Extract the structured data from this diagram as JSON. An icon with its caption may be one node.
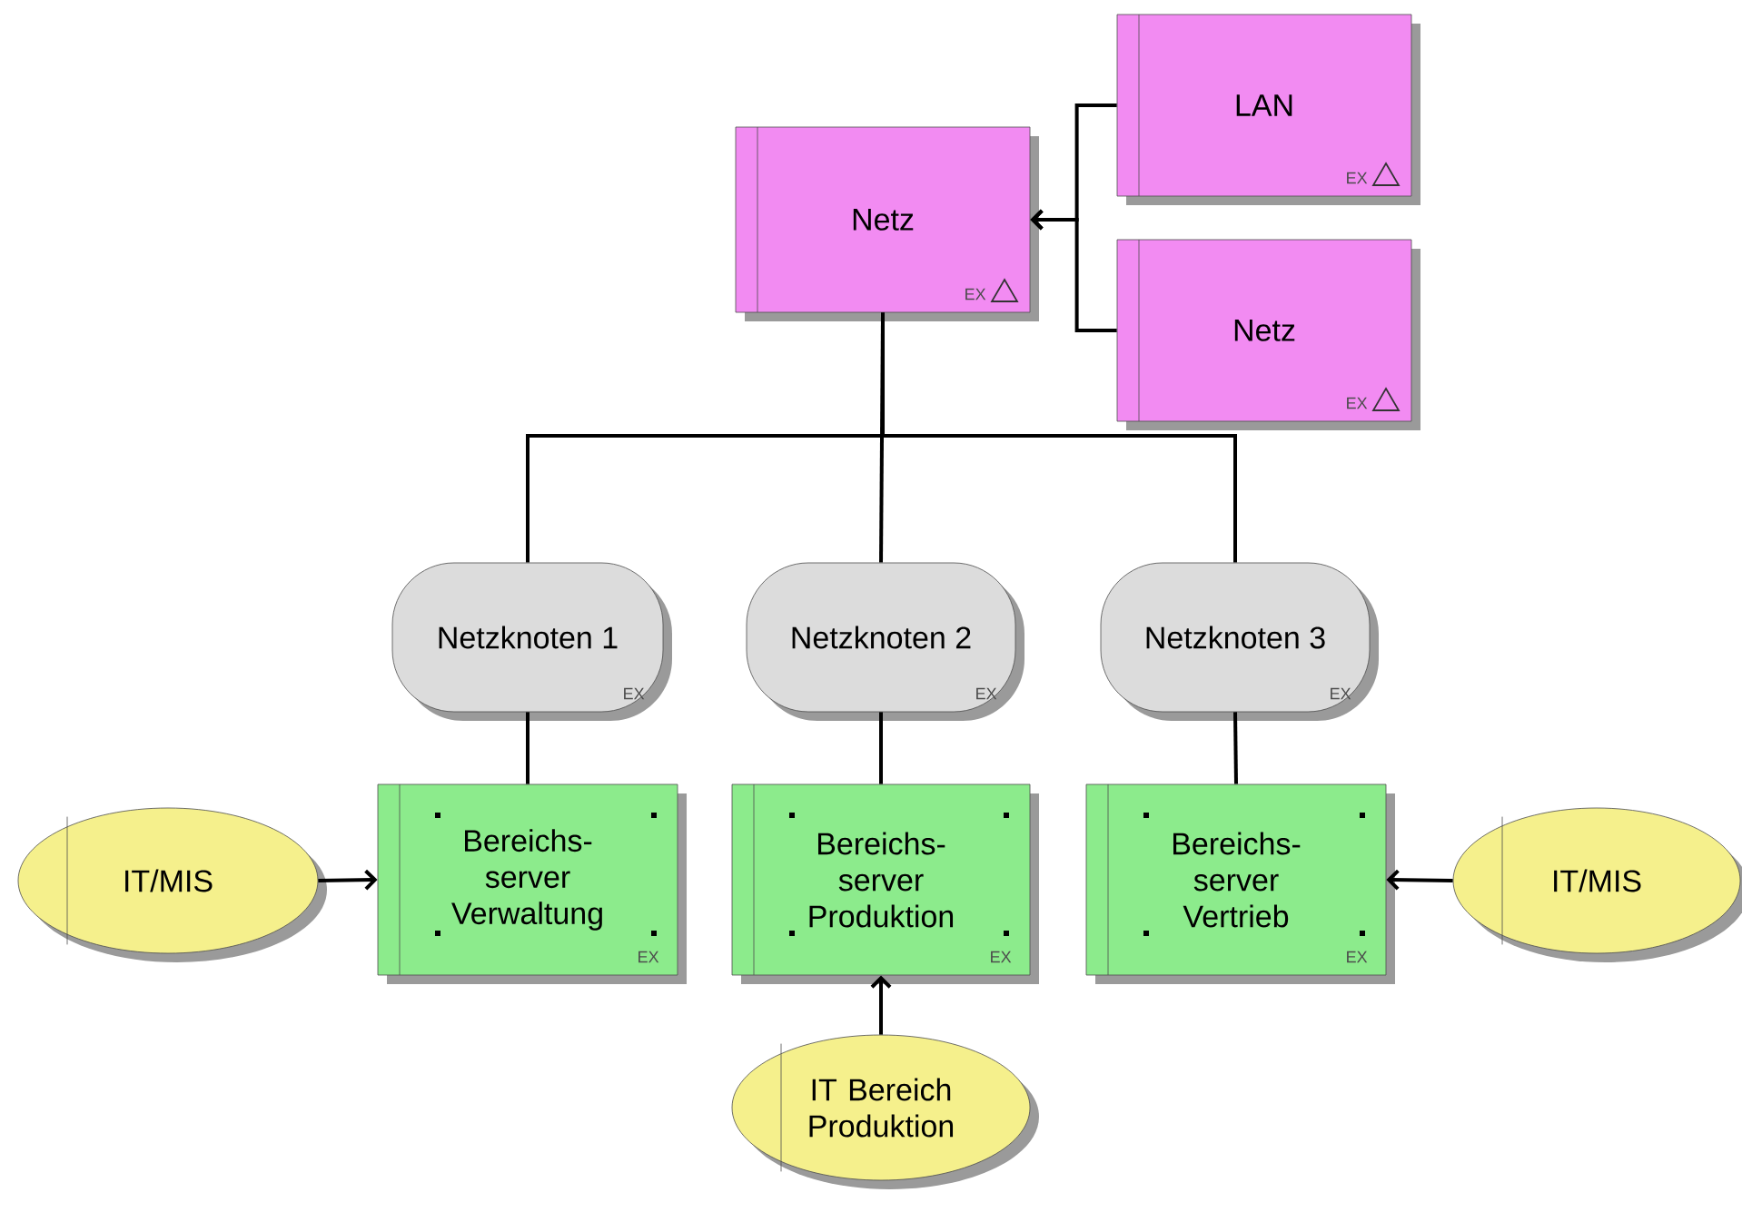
{
  "diagram": {
    "nodes": [
      {
        "text": [
          "Netz",
          "EX"
        ]
      },
      {
        "text": [
          "LAN",
          "EX"
        ]
      },
      {
        "text": [
          "Netz",
          "EX"
        ]
      },
      {
        "text": [
          "Netzknoten 1",
          "EX"
        ]
      },
      {
        "text": [
          "Netzknoten 2",
          "EX"
        ]
      },
      {
        "text": [
          "Netzknoten 3",
          "EX"
        ]
      },
      {
        "text": [
          "Bereichs- server Verwaltung",
          "EX"
        ]
      },
      {
        "text": [
          "Bereichs- server Produktion",
          "EX"
        ]
      },
      {
        "text": [
          "Bereichs- server Vertrieb",
          "EX"
        ]
      },
      {
        "text": [
          "IT/MIS"
        ]
      },
      {
        "text": [
          "IT Bereich Produktion"
        ]
      },
      {
        "text": [
          "IT/MIS"
        ]
      }
    ],
    "edges": [
      {
        "from": 1,
        "to": 0,
        "arrow": "to"
      },
      {
        "from": 2,
        "to": 0,
        "arrow": "to"
      },
      {
        "from": 0,
        "to": 3,
        "arrow": "none"
      },
      {
        "from": 0,
        "to": 4,
        "arrow": "none"
      },
      {
        "from": 0,
        "to": 5,
        "arrow": "none"
      },
      {
        "from": 3,
        "to": 6,
        "arrow": "none"
      },
      {
        "from": 4,
        "to": 7,
        "arrow": "none"
      },
      {
        "from": 5,
        "to": 8,
        "arrow": "none"
      },
      {
        "from": 9,
        "to": 6,
        "arrow": "to"
      },
      {
        "from": 10,
        "to": 7,
        "arrow": "to"
      },
      {
        "from": 11,
        "to": 8,
        "arrow": "to"
      }
    ]
  }
}
